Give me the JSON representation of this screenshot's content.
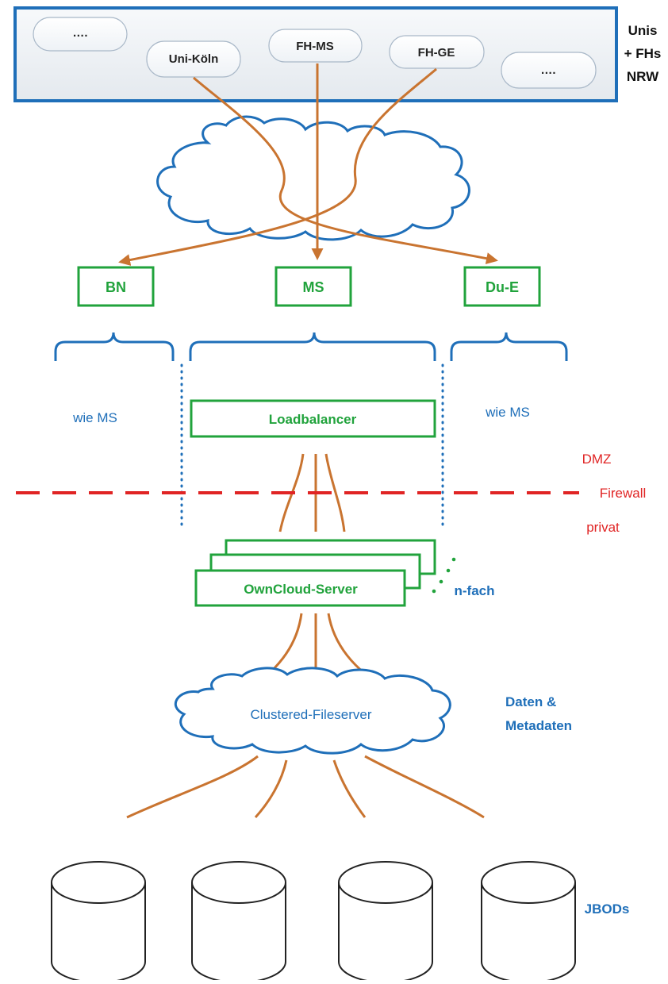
{
  "institutions": {
    "nodes": [
      {
        "id": "inst-1",
        "label": "…."
      },
      {
        "id": "inst-2",
        "label": "Uni-Köln"
      },
      {
        "id": "inst-3",
        "label": "FH-MS"
      },
      {
        "id": "inst-4",
        "label": "FH-GE"
      },
      {
        "id": "inst-5",
        "label": "…."
      }
    ],
    "side_label": [
      "Unis",
      "+ FHs",
      "NRW"
    ]
  },
  "sites": [
    {
      "id": "site-bn",
      "label": "BN",
      "note": "wie MS"
    },
    {
      "id": "site-ms",
      "label": "MS"
    },
    {
      "id": "site-due",
      "label": "Du-E",
      "note": "wie MS"
    }
  ],
  "loadbalancer": {
    "label": "Loadbalancer"
  },
  "zones": {
    "dmz": "DMZ",
    "firewall": "Firewall",
    "privat": "privat"
  },
  "servers": {
    "label": "OwnCloud-Server",
    "multiplicity": "n-fach"
  },
  "fileserver": {
    "label": "Clustered-Fileserver",
    "note": [
      "Daten &",
      "Metadaten"
    ]
  },
  "storage": {
    "label": "JBODs",
    "count": 4
  },
  "colors": {
    "blue": "#1f6fb9",
    "green": "#21a33c",
    "orange": "#c97430",
    "red": "#e02424"
  }
}
